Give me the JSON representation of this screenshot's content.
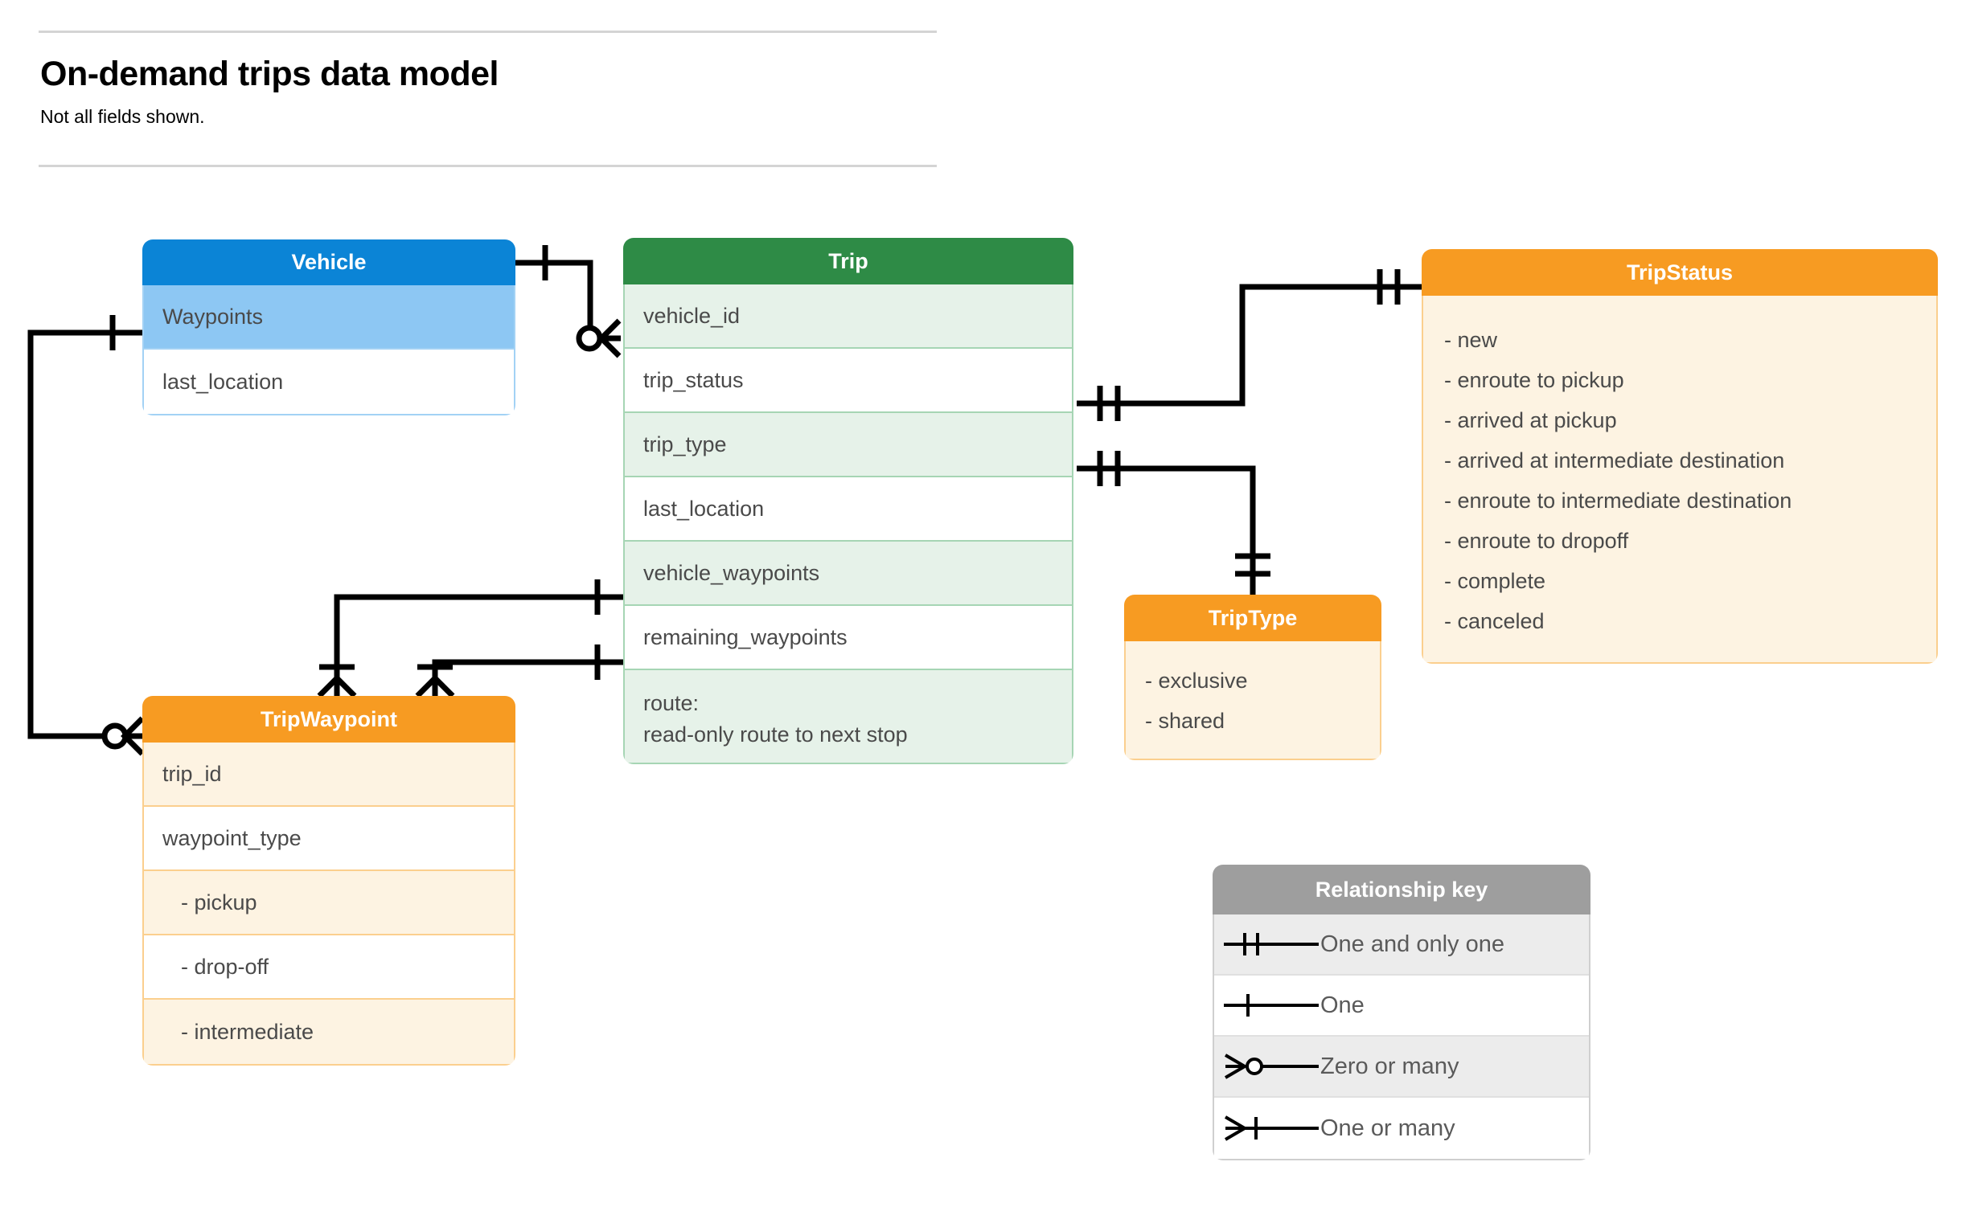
{
  "header": {
    "title": "On-demand trips data model",
    "subtitle": "Not all fields shown."
  },
  "colors": {
    "vehicle_header": "#0b84d6",
    "vehicle_row_alt": "#8dc7f3",
    "trip_header": "#2e8b46",
    "trip_row_alt": "#e6f2e9",
    "orange_header": "#f79b22",
    "orange_row_alt": "#fdf3e2",
    "legend_header": "#9e9e9e",
    "legend_row_alt": "#ececec",
    "connector": "#000000",
    "text": "#4a4a4a"
  },
  "entities": {
    "vehicle": {
      "title": "Vehicle",
      "fields": [
        {
          "label": "Waypoints"
        },
        {
          "label": "last_location"
        }
      ]
    },
    "trip": {
      "title": "Trip",
      "fields": [
        {
          "label": "vehicle_id"
        },
        {
          "label": "trip_status"
        },
        {
          "label": "trip_type"
        },
        {
          "label": "last_location"
        },
        {
          "label": "vehicle_waypoints"
        },
        {
          "label": "remaining_waypoints"
        }
      ],
      "route_field": {
        "line1": "route:",
        "line2": "read-only route to next stop"
      }
    },
    "tripwaypoint": {
      "title": "TripWaypoint",
      "fields": [
        {
          "label": "trip_id"
        },
        {
          "label": "waypoint_type"
        },
        {
          "label": "-  pickup"
        },
        {
          "label": "-  drop-off"
        },
        {
          "label": "-  intermediate"
        }
      ]
    },
    "tripstatus": {
      "title": "TripStatus",
      "values": [
        "- new",
        "- enroute to pickup",
        "- arrived at pickup",
        "- arrived at intermediate destination",
        "- enroute to intermediate destination",
        "- enroute to dropoff",
        "- complete",
        "- canceled"
      ]
    },
    "triptype": {
      "title": "TripType",
      "values": [
        "- exclusive",
        "- shared"
      ]
    }
  },
  "legend": {
    "title": "Relationship key",
    "rows": [
      {
        "symbol": "one-and-only-one-icon",
        "label": "One and only one"
      },
      {
        "symbol": "one-icon",
        "label": "One"
      },
      {
        "symbol": "zero-or-many-icon",
        "label": "Zero or many"
      },
      {
        "symbol": "one-or-many-icon",
        "label": "One or many"
      }
    ]
  },
  "relationships": [
    {
      "from": "Vehicle",
      "to": "Trip.vehicle_id",
      "from_cardinality": "One",
      "to_cardinality": "Zero or many"
    },
    {
      "from": "Trip.trip_status",
      "to": "TripStatus",
      "from_cardinality": "One and only one",
      "to_cardinality": "One and only one"
    },
    {
      "from": "Trip.trip_type",
      "to": "TripType",
      "from_cardinality": "One and only one",
      "to_cardinality": "One and only one"
    },
    {
      "from": "Vehicle.Waypoints",
      "to": "TripWaypoint",
      "from_cardinality": "One",
      "to_cardinality": "Zero or many"
    },
    {
      "from": "Trip.vehicle_waypoints",
      "to": "TripWaypoint",
      "from_cardinality": "One",
      "to_cardinality": "One or many"
    },
    {
      "from": "Trip.remaining_waypoints",
      "to": "TripWaypoint",
      "from_cardinality": "One",
      "to_cardinality": "One or many"
    }
  ]
}
